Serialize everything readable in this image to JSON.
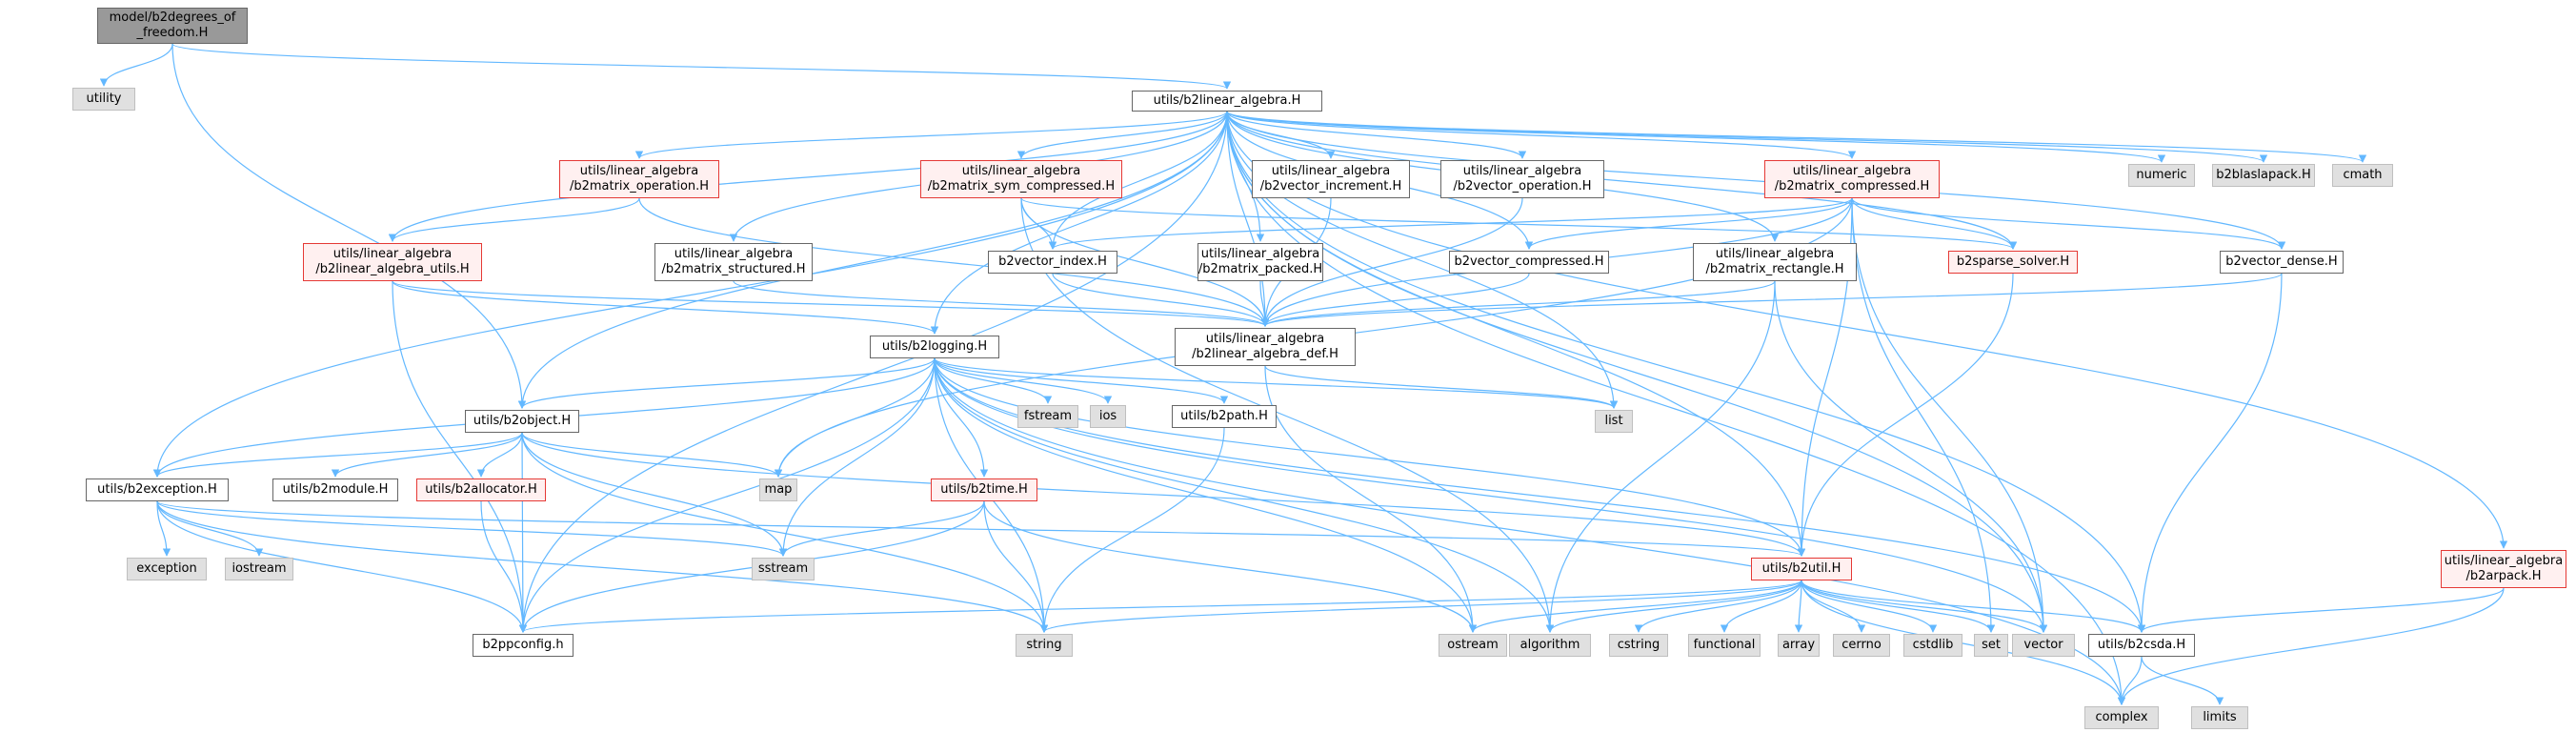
{
  "colors": {
    "edge": "#63b8ff",
    "root_fill": "#999999",
    "external_fill": "#e0e0e0",
    "red_border": "#e53935"
  },
  "nodes": {
    "root": "model/b2degrees_of\n_freedom.H",
    "utility": "utility",
    "linear_algebra": "utils/b2linear_algebra.H",
    "numeric": "numeric",
    "blaslapack": "b2blaslapack.H",
    "cmath": "cmath",
    "matrix_operation": "utils/linear_algebra\n/b2matrix_operation.H",
    "matrix_sym_compressed": "utils/linear_algebra\n/b2matrix_sym_compressed.H",
    "vector_increment": "utils/linear_algebra\n/b2vector_increment.H",
    "vector_operation": "utils/linear_algebra\n/b2vector_operation.H",
    "matrix_compressed": "utils/linear_algebra\n/b2matrix_compressed.H",
    "linear_algebra_utils": "utils/linear_algebra\n/b2linear_algebra_utils.H",
    "matrix_structured": "utils/linear_algebra\n/b2matrix_structured.H",
    "vector_index": "b2vector_index.H",
    "matrix_packed": "utils/linear_algebra\n/b2matrix_packed.H",
    "vector_compressed": "b2vector_compressed.H",
    "matrix_rectangle": "utils/linear_algebra\n/b2matrix_rectangle.H",
    "sparse_solver": "b2sparse_solver.H",
    "vector_dense": "b2vector_dense.H",
    "linear_algebra_def": "utils/linear_algebra\n/b2linear_algebra_def.H",
    "logging": "utils/b2logging.H",
    "object": "utils/b2object.H",
    "fstream": "fstream",
    "ios": "ios",
    "path": "utils/b2path.H",
    "list": "list",
    "map": "map",
    "exception_h": "utils/b2exception.H",
    "module": "utils/b2module.H",
    "allocator": "utils/b2allocator.H",
    "time": "utils/b2time.H",
    "exception": "exception",
    "iostream": "iostream",
    "sstream": "sstream",
    "util": "utils/b2util.H",
    "arpack": "utils/linear_algebra\n/b2arpack.H",
    "ppconfig": "b2ppconfig.h",
    "string": "string",
    "ostream": "ostream",
    "algorithm": "algorithm",
    "cstring": "cstring",
    "functional": "functional",
    "array": "array",
    "cerrno": "cerrno",
    "cstdlib": "cstdlib",
    "set": "set",
    "vector": "vector",
    "csda": "utils/b2csda.H",
    "complex": "complex",
    "limits": "limits"
  },
  "edges": [
    [
      "root",
      "utility"
    ],
    [
      "root",
      "linear_algebra"
    ],
    [
      "root",
      "object"
    ],
    [
      "linear_algebra",
      "numeric"
    ],
    [
      "linear_algebra",
      "blaslapack"
    ],
    [
      "linear_algebra",
      "cmath"
    ],
    [
      "linear_algebra",
      "matrix_operation"
    ],
    [
      "linear_algebra",
      "matrix_sym_compressed"
    ],
    [
      "linear_algebra",
      "vector_increment"
    ],
    [
      "linear_algebra",
      "vector_operation"
    ],
    [
      "linear_algebra",
      "matrix_compressed"
    ],
    [
      "linear_algebra",
      "linear_algebra_utils"
    ],
    [
      "linear_algebra",
      "matrix_structured"
    ],
    [
      "linear_algebra",
      "vector_index"
    ],
    [
      "linear_algebra",
      "matrix_packed"
    ],
    [
      "linear_algebra",
      "vector_compressed"
    ],
    [
      "linear_algebra",
      "matrix_rectangle"
    ],
    [
      "linear_algebra",
      "sparse_solver"
    ],
    [
      "linear_algebra",
      "vector_dense"
    ],
    [
      "linear_algebra",
      "linear_algebra_def"
    ],
    [
      "linear_algebra",
      "logging"
    ],
    [
      "linear_algebra",
      "object"
    ],
    [
      "linear_algebra",
      "exception_h"
    ],
    [
      "linear_algebra",
      "util"
    ],
    [
      "linear_algebra",
      "arpack"
    ],
    [
      "linear_algebra",
      "csda"
    ],
    [
      "linear_algebra",
      "ppconfig"
    ],
    [
      "linear_algebra",
      "complex"
    ],
    [
      "linear_algebra",
      "vector"
    ],
    [
      "linear_algebra",
      "list"
    ],
    [
      "matrix_operation",
      "linear_algebra_utils"
    ],
    [
      "matrix_operation",
      "linear_algebra_def"
    ],
    [
      "matrix_sym_compressed",
      "vector_index"
    ],
    [
      "matrix_sym_compressed",
      "linear_algebra_def"
    ],
    [
      "matrix_sym_compressed",
      "sparse_solver"
    ],
    [
      "matrix_sym_compressed",
      "algorithm"
    ],
    [
      "vector_increment",
      "linear_algebra_def"
    ],
    [
      "vector_operation",
      "linear_algebra_def"
    ],
    [
      "matrix_compressed",
      "vector_index"
    ],
    [
      "matrix_compressed",
      "vector_compressed"
    ],
    [
      "matrix_compressed",
      "sparse_solver"
    ],
    [
      "matrix_compressed",
      "vector_dense"
    ],
    [
      "matrix_compressed",
      "linear_algebra_def"
    ],
    [
      "matrix_compressed",
      "util"
    ],
    [
      "matrix_compressed",
      "set"
    ],
    [
      "matrix_compressed",
      "vector"
    ],
    [
      "matrix_compressed",
      "map"
    ],
    [
      "linear_algebra_utils",
      "linear_algebra_def"
    ],
    [
      "linear_algebra_utils",
      "logging"
    ],
    [
      "linear_algebra_utils",
      "ppconfig"
    ],
    [
      "matrix_structured",
      "linear_algebra_def"
    ],
    [
      "vector_index",
      "linear_algebra_def"
    ],
    [
      "matrix_packed",
      "linear_algebra_def"
    ],
    [
      "vector_compressed",
      "linear_algebra_def"
    ],
    [
      "matrix_rectangle",
      "linear_algebra_def"
    ],
    [
      "matrix_rectangle",
      "algorithm"
    ],
    [
      "matrix_rectangle",
      "vector"
    ],
    [
      "sparse_solver",
      "util"
    ],
    [
      "vector_dense",
      "linear_algebra_def"
    ],
    [
      "vector_dense",
      "csda"
    ],
    [
      "linear_algebra_def",
      "ostream"
    ],
    [
      "linear_algebra_def",
      "list"
    ],
    [
      "logging",
      "object"
    ],
    [
      "logging",
      "fstream"
    ],
    [
      "logging",
      "ios"
    ],
    [
      "logging",
      "path"
    ],
    [
      "logging",
      "list"
    ],
    [
      "logging",
      "map"
    ],
    [
      "logging",
      "exception_h"
    ],
    [
      "logging",
      "time"
    ],
    [
      "logging",
      "sstream"
    ],
    [
      "logging",
      "string"
    ],
    [
      "logging",
      "ppconfig"
    ],
    [
      "logging",
      "util"
    ],
    [
      "logging",
      "ostream"
    ],
    [
      "logging",
      "algorithm"
    ],
    [
      "logging",
      "complex"
    ],
    [
      "logging",
      "csda"
    ],
    [
      "logging",
      "vector"
    ],
    [
      "object",
      "exception_h"
    ],
    [
      "object",
      "module"
    ],
    [
      "object",
      "allocator"
    ],
    [
      "object",
      "map"
    ],
    [
      "object",
      "sstream"
    ],
    [
      "object",
      "string"
    ],
    [
      "object",
      "ppconfig"
    ],
    [
      "object",
      "util"
    ],
    [
      "exception_h",
      "exception"
    ],
    [
      "exception_h",
      "iostream"
    ],
    [
      "exception_h",
      "sstream"
    ],
    [
      "exception_h",
      "string"
    ],
    [
      "exception_h",
      "ppconfig"
    ],
    [
      "exception_h",
      "util"
    ],
    [
      "allocator",
      "ppconfig"
    ],
    [
      "path",
      "string"
    ],
    [
      "time",
      "sstream"
    ],
    [
      "time",
      "string"
    ],
    [
      "time",
      "ppconfig"
    ],
    [
      "time",
      "ostream"
    ],
    [
      "util",
      "ppconfig"
    ],
    [
      "util",
      "string"
    ],
    [
      "util",
      "ostream"
    ],
    [
      "util",
      "algorithm"
    ],
    [
      "util",
      "cstring"
    ],
    [
      "util",
      "functional"
    ],
    [
      "util",
      "array"
    ],
    [
      "util",
      "cerrno"
    ],
    [
      "util",
      "cstdlib"
    ],
    [
      "util",
      "set"
    ],
    [
      "util",
      "vector"
    ],
    [
      "util",
      "csda"
    ],
    [
      "util",
      "complex"
    ],
    [
      "arpack",
      "csda"
    ],
    [
      "arpack",
      "complex"
    ],
    [
      "csda",
      "complex"
    ],
    [
      "csda",
      "limits"
    ]
  ]
}
